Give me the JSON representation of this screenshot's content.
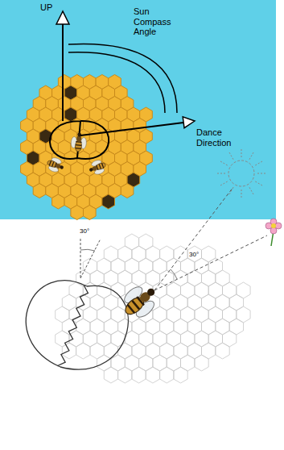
{
  "diagram": {
    "labels": [
      "UP",
      "Sun Compass Angle",
      "Dance Direction",
      "30°",
      "30°"
    ]
  }
}
